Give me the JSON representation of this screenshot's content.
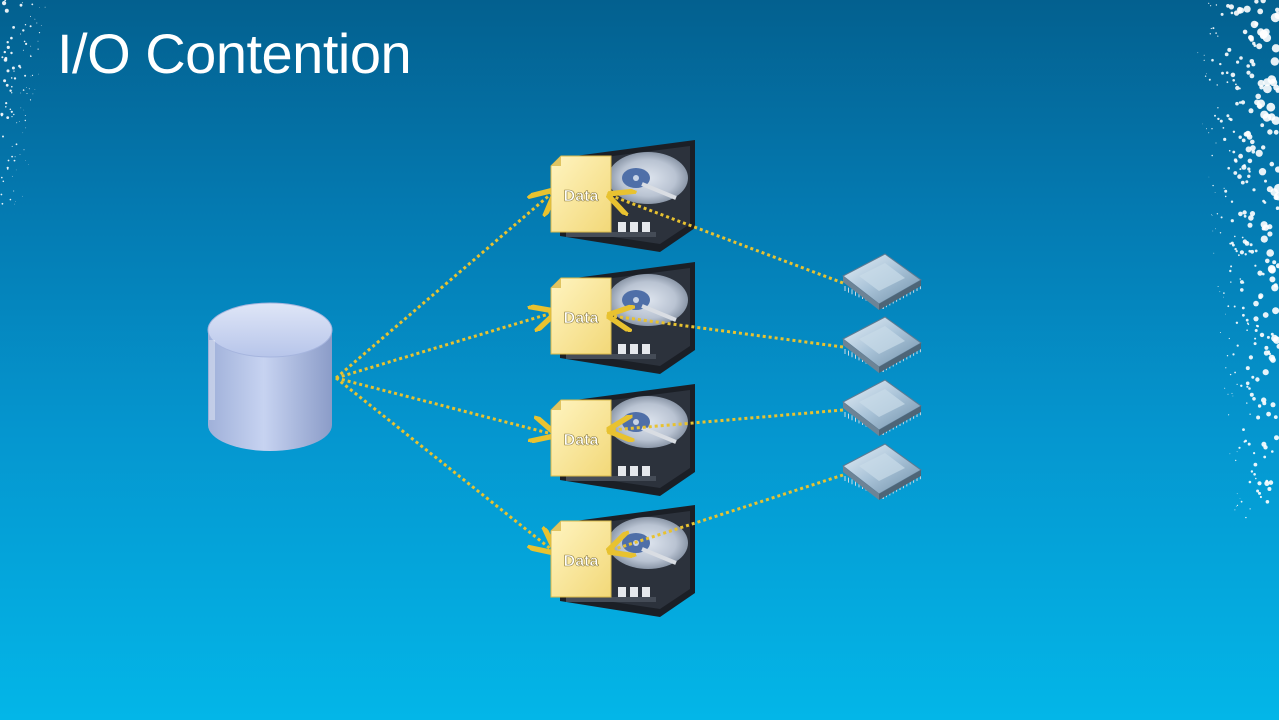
{
  "slide": {
    "title": "I/O Contention"
  },
  "disks": [
    {
      "label": "Data"
    },
    {
      "label": "Data"
    },
    {
      "label": "Data"
    },
    {
      "label": "Data"
    }
  ],
  "colors": {
    "background_top": "#03608f",
    "background_bottom": "#03b6e8",
    "arrow": "#e8c230",
    "data_file": "#fbe89a",
    "title": "#ffffff"
  },
  "icons": [
    "database-cylinder-icon",
    "hard-disk-icon",
    "data-file-icon",
    "cpu-chip-icon",
    "dot-pattern-decoration"
  ]
}
